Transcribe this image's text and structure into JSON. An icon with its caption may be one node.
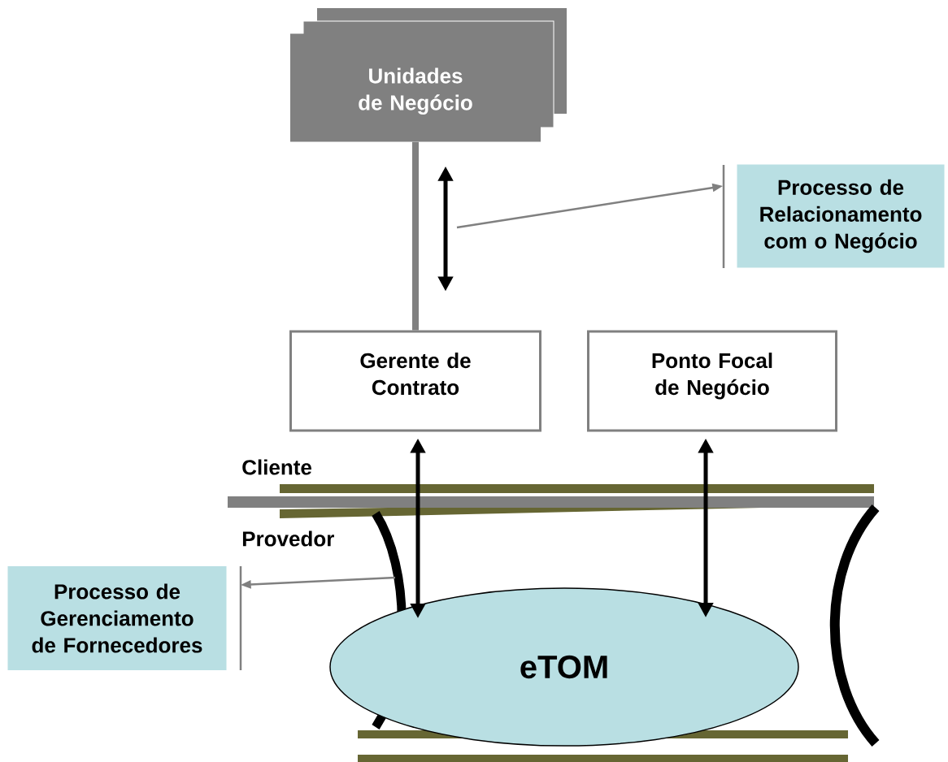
{
  "diagram": {
    "nodes": [
      {
        "text": [
          "Unidades de Negócio"
        ]
      },
      {
        "text": [
          "Processo de Relacionamento com o Negócio"
        ]
      },
      {
        "text": [
          "Gerente de Contrato"
        ]
      },
      {
        "text": [
          "Ponto Focal de Negócio"
        ]
      },
      {
        "text": [
          "Processo de Gerenciamento de Fornecedores"
        ]
      },
      {
        "text": [
          "eTOM"
        ]
      },
      {
        "text": [],
        "shape": "arc"
      },
      {
        "text": [],
        "shape": "arc"
      }
    ],
    "edges": [
      {
        "from": 0,
        "to": 2,
        "arrow": "none"
      },
      {
        "from": 0,
        "to": 2,
        "arrow": "both",
        "color": "#000000"
      },
      {
        "from": null,
        "to": 1,
        "arrow": "to"
      },
      {
        "from": 2,
        "to": 5,
        "arrow": "both",
        "color": "#000000"
      },
      {
        "from": 3,
        "to": 5,
        "arrow": "both",
        "color": "#000000"
      },
      {
        "from": 6,
        "to": 4,
        "arrow": "to"
      }
    ],
    "labels": [
      "Cliente",
      "Provedor"
    ]
  }
}
